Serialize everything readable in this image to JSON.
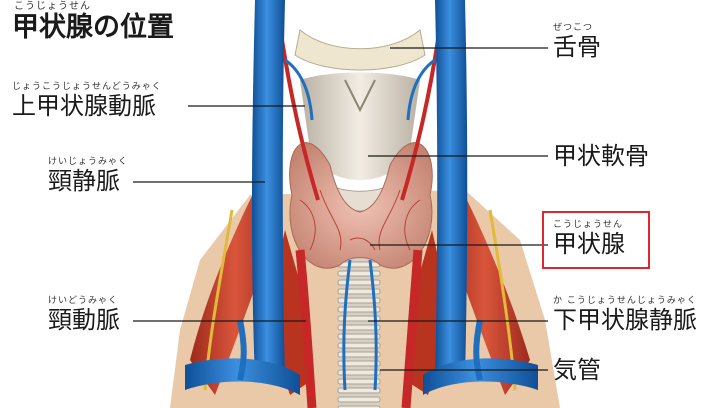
{
  "title": {
    "ruby": "こうじょうせん",
    "text": "甲状腺の位置"
  },
  "labels_left": [
    {
      "id": "superior-thyroid-artery",
      "ruby": "じょうこうじょうせんどうみゃく",
      "text": "上甲状腺動脈"
    },
    {
      "id": "jugular-vein",
      "ruby": "けいじょうみゃく",
      "text": "頸静脈"
    },
    {
      "id": "carotid-artery",
      "ruby": "けいどうみゃく",
      "text": "頸動脈"
    }
  ],
  "labels_right": [
    {
      "id": "hyoid-bone",
      "ruby": "ぜつこつ",
      "text": "舌骨"
    },
    {
      "id": "thyroid-cartilage",
      "ruby": "",
      "text": "甲状軟骨"
    },
    {
      "id": "thyroid-gland",
      "ruby": "こうじょうせん",
      "text": "甲状腺",
      "highlighted": true
    },
    {
      "id": "inferior-thyroid-vein",
      "ruby": "か こうじょうせんじょうみゃく",
      "text": "下甲状腺静脈"
    },
    {
      "id": "trachea",
      "ruby": "",
      "text": "気管"
    }
  ],
  "colors": {
    "vein": "#1f6fbf",
    "artery": "#c62828",
    "muscle": "#c4452e",
    "cartilage": "#e6e0d4",
    "thyroid": "#dca596",
    "highlight": "#e0262e",
    "leader": "#1a1a1a"
  }
}
